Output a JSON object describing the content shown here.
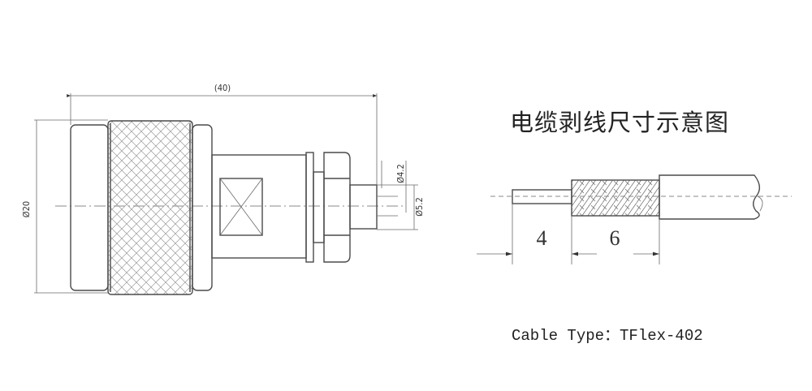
{
  "connector_drawing": {
    "overall_length_label": "(40)",
    "body_diameter_label": "Ø20",
    "pin_diameter_label": "Ø4.2",
    "cable_diameter_label": "Ø5.2"
  },
  "strip_diagram": {
    "title": "电缆剥线尺寸示意图",
    "center_conductor_length": "4",
    "braid_length": "6"
  },
  "caption": "Cable Type：TFlex-402"
}
